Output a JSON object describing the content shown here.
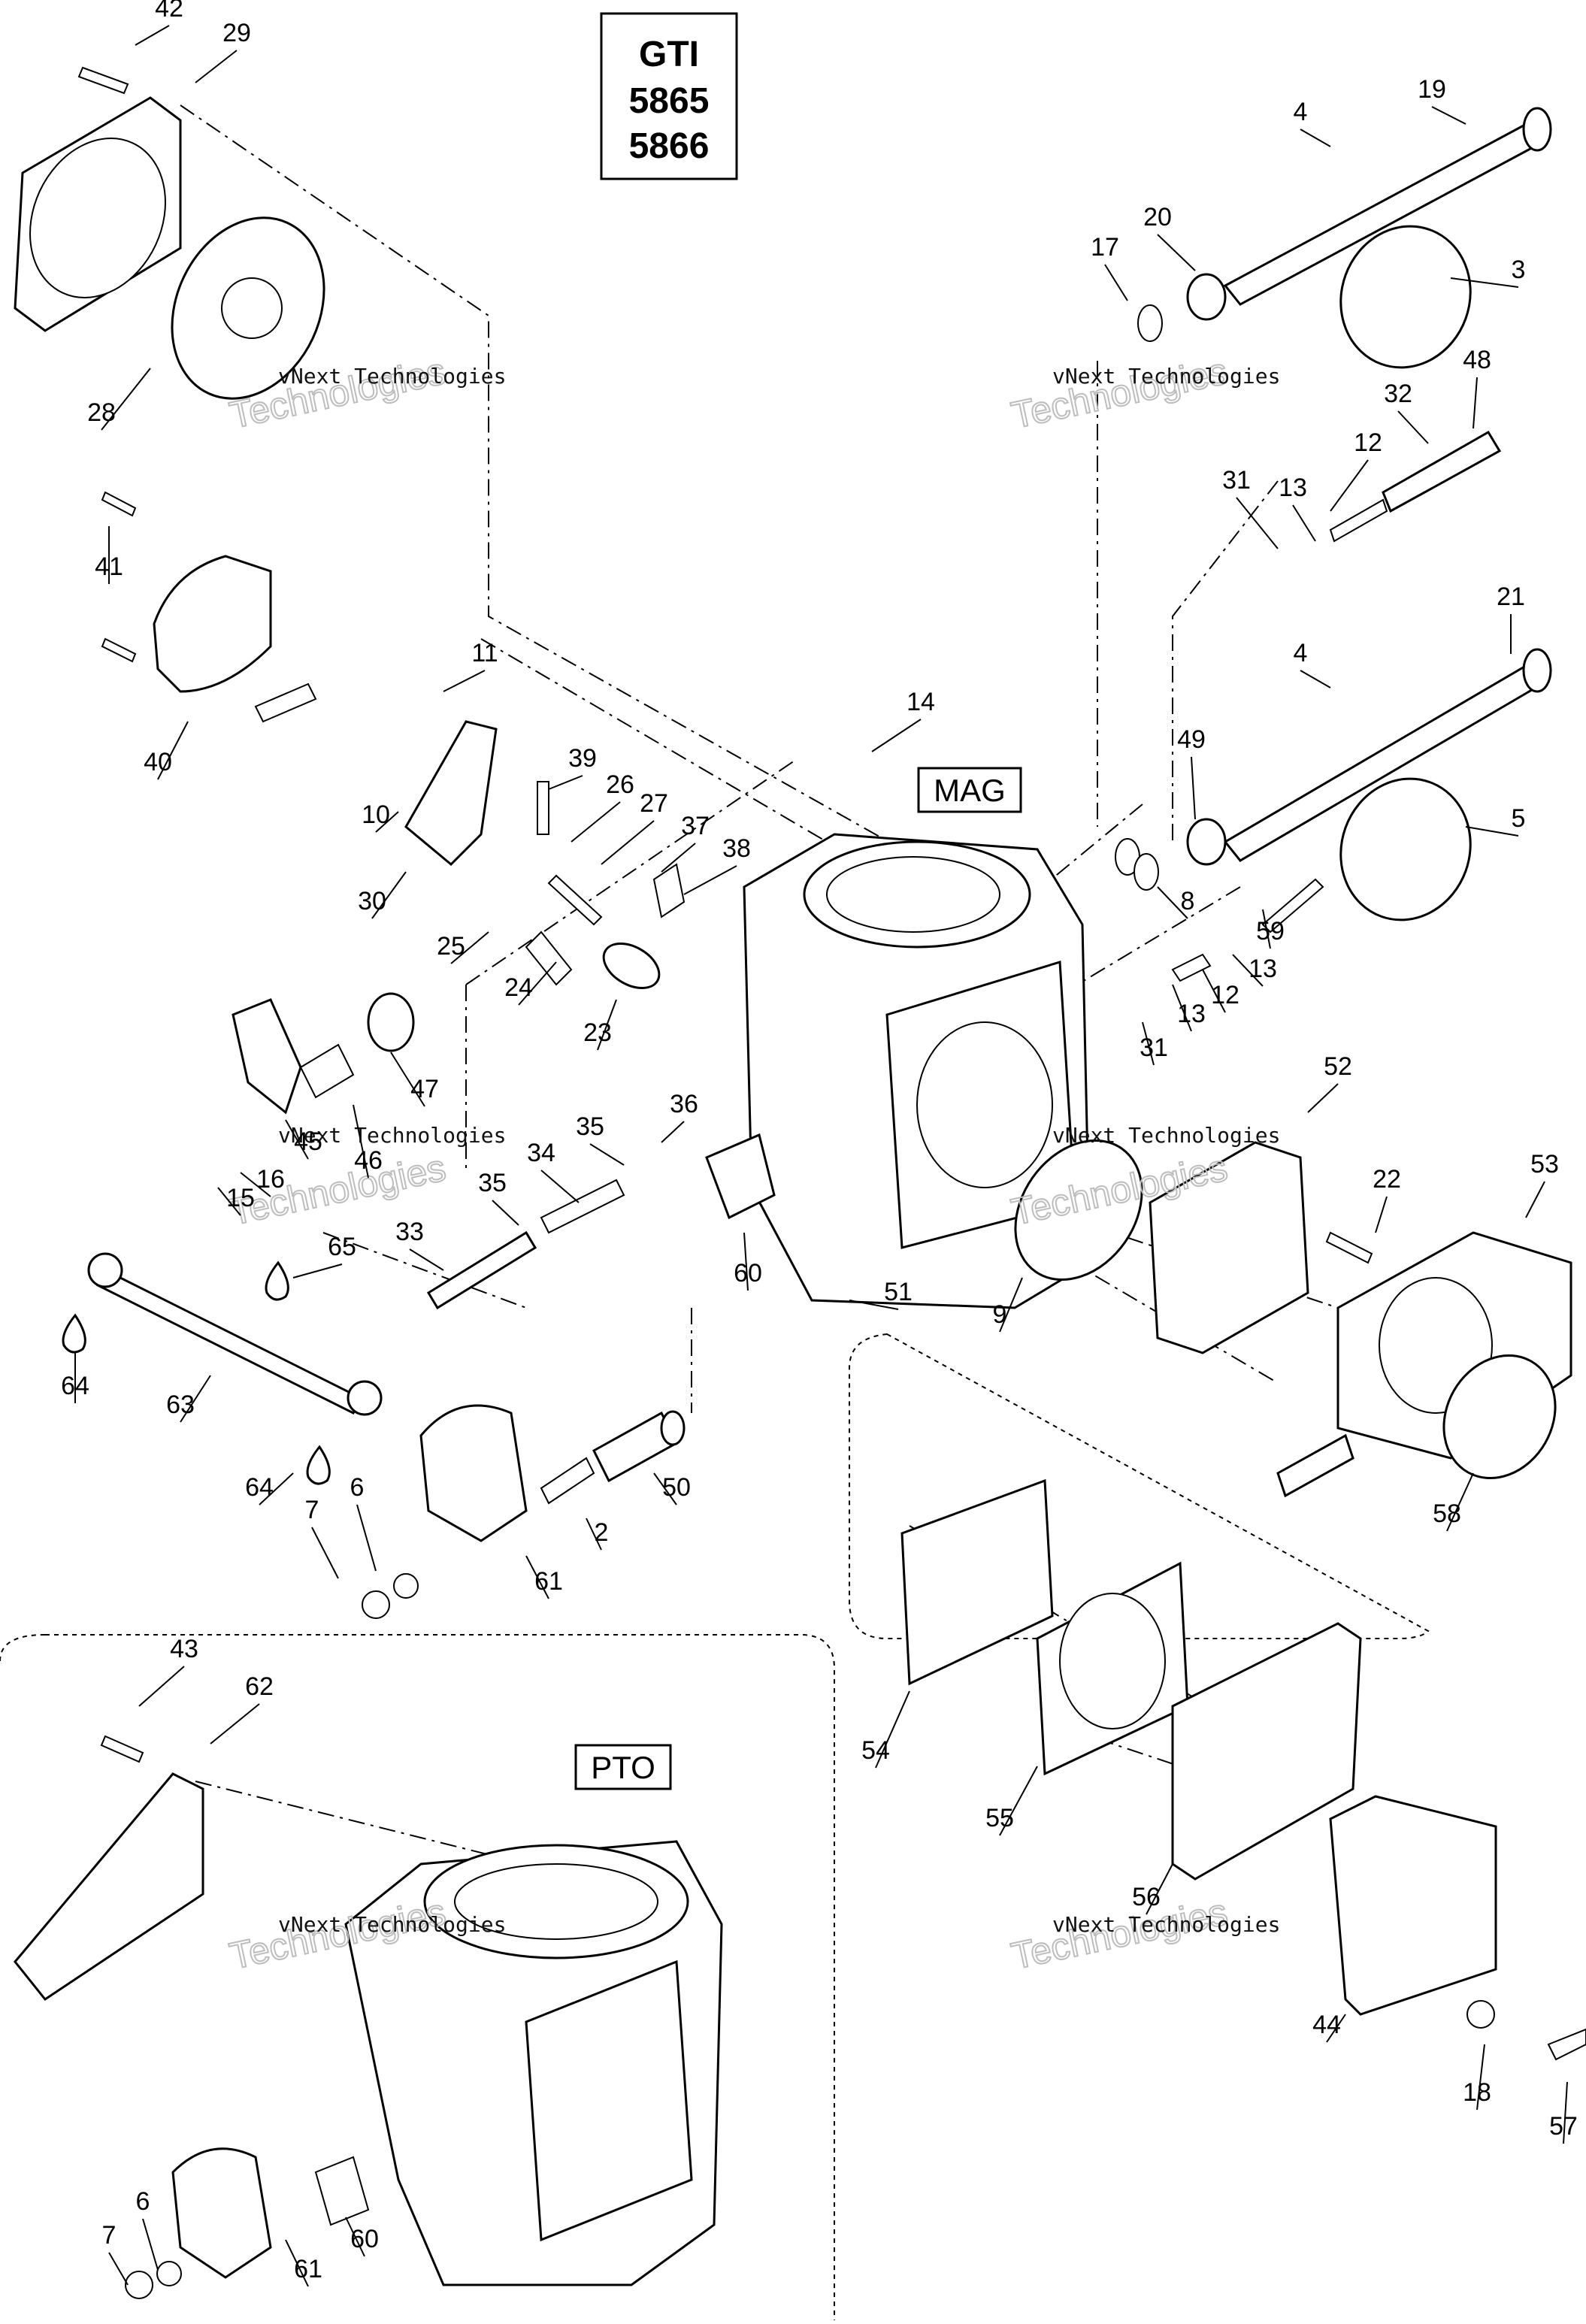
{
  "model_box": {
    "line1": "GTI",
    "line2": "5865",
    "line3": "5866"
  },
  "section_labels": {
    "mag": "MAG",
    "pto": "PTO"
  },
  "watermark": {
    "small": "vNext Technologies",
    "big_line1": "vNext",
    "big_line2": "Technologies"
  },
  "callouts": [
    "42",
    "29",
    "28",
    "41",
    "40",
    "11",
    "10",
    "30",
    "39",
    "26",
    "27",
    "37",
    "38",
    "25",
    "24",
    "23",
    "14",
    "4",
    "19",
    "20",
    "17",
    "3",
    "48",
    "32",
    "12",
    "13",
    "31",
    "21",
    "4",
    "49",
    "5",
    "8",
    "59",
    "13",
    "12",
    "13",
    "31",
    "47",
    "46",
    "45",
    "16",
    "15",
    "36",
    "35",
    "34",
    "35",
    "33",
    "65",
    "64",
    "63",
    "64",
    "60",
    "51",
    "9",
    "52",
    "22",
    "53",
    "58",
    "50",
    "2",
    "6",
    "7",
    "61",
    "43",
    "62",
    "54",
    "55",
    "56",
    "44",
    "18",
    "57",
    "6",
    "7",
    "61",
    "60"
  ]
}
